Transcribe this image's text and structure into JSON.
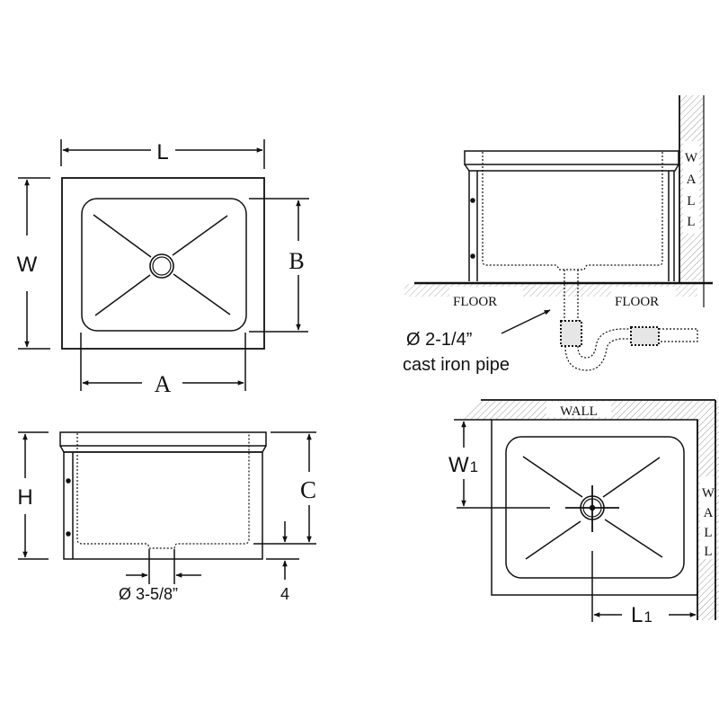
{
  "top_view": {
    "label_L": "L",
    "label_W": "W",
    "label_A": "A",
    "label_B": "B"
  },
  "side_view": {
    "label_H": "H",
    "label_C": "C",
    "label_drain": "Ø 3-5/8”",
    "label_4": "4"
  },
  "install_side": {
    "wall_letters": [
      "W",
      "A",
      "L",
      "L"
    ],
    "floor_left": "FLOOR",
    "floor_right": "FLOOR",
    "pipe_line1": "Ø 2-1/4”",
    "pipe_line2": "cast iron pipe"
  },
  "install_top": {
    "wall_top": "WALL",
    "wall_right_letters": [
      "W",
      "A",
      "L",
      "L"
    ],
    "label_W1": "W",
    "label_W1_sub": "1",
    "label_L1": "L",
    "label_L1_sub": "1"
  },
  "colors": {
    "line": "#111111",
    "hatch": "#9a9a9a",
    "fitting": "#e6e6e6"
  }
}
